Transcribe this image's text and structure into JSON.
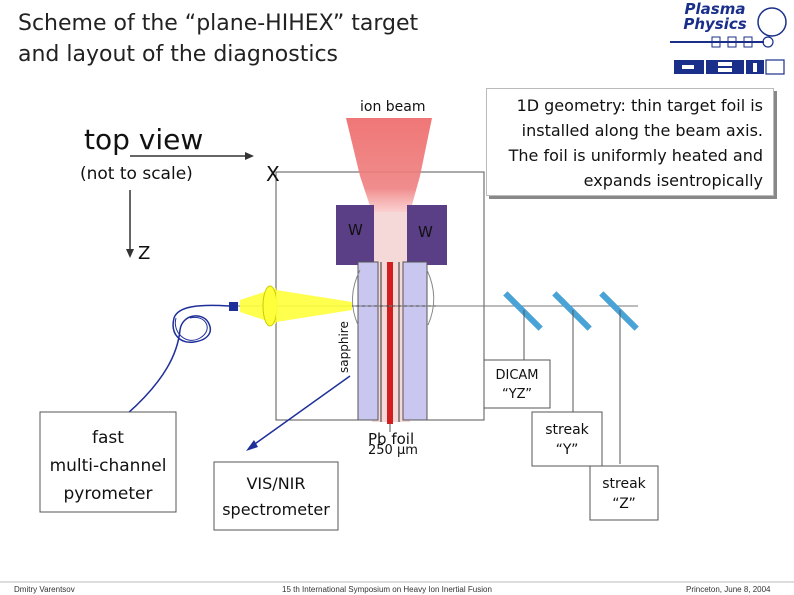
{
  "title_line1": "Scheme of the “plane-HIHEX” target",
  "title_line2": "and layout of the diagnostics",
  "logo": {
    "line1": "Plasma",
    "line2": "Physics"
  },
  "labels": {
    "top_view": "top view",
    "not_to_scale": "(not to scale)",
    "axis_x": "X",
    "axis_z": "Z",
    "ion_beam": "ion beam",
    "w_left": "W",
    "w_right": "W",
    "sapphire": "sapphire",
    "pb_foil": "Pb foil",
    "foil_thickness": "250 µm",
    "pyrometer": [
      "fast",
      "multi-channel",
      "pyrometer"
    ],
    "spectrometer": [
      "VIS/NIR",
      "spectrometer"
    ],
    "dicam": [
      "DICAM",
      "“YZ”"
    ],
    "streak_y": [
      "streak",
      "“Y”"
    ],
    "streak_z": [
      "streak",
      "“Z”"
    ]
  },
  "note": "1D geometry: thin target foil is installed along the beam axis. The foil is uniformly heated and expands isentropically",
  "footer": {
    "left": "Dmitry Varentsov",
    "center": "15 th International Symposium on Heavy Ion Inertial Fusion",
    "right": "Princeton, June 8, 2004"
  },
  "colors": {
    "ion_beam": "#ef6f6f",
    "tungsten": "#5a3f86",
    "sapphire": "#c9c6ef",
    "lead_foil": "#d21e1e",
    "laser_beam": "#ffff3a",
    "fiber": "#1e2f9a",
    "mirror": "#4aa3d6"
  }
}
